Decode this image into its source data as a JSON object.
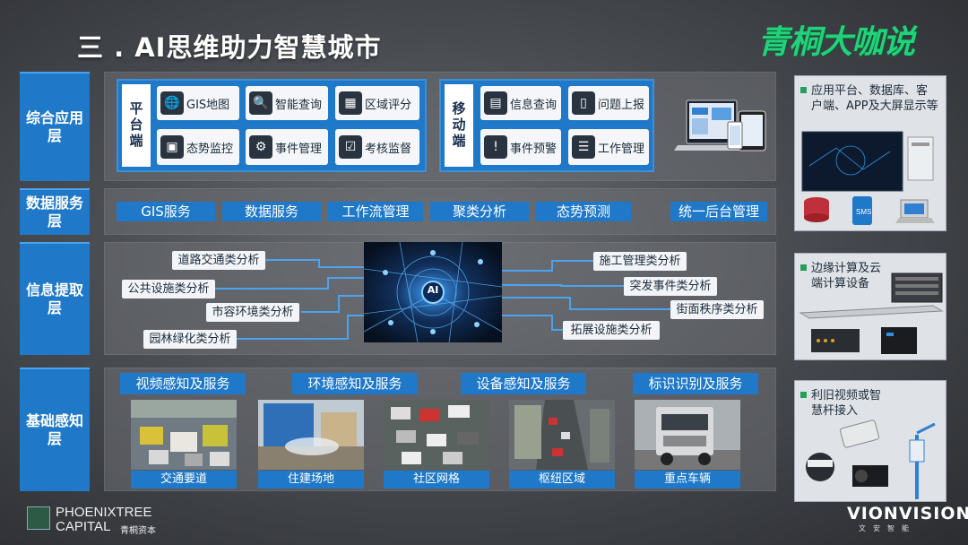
{
  "title": "三 . AI思维助力智慧城市",
  "brand": "青桐大咖说",
  "layers": {
    "app": "综合应用层",
    "data": "数据服务层",
    "info": "信息提取层",
    "base": "基础感知层"
  },
  "platform": {
    "title": "平台端",
    "tiles": [
      "GIS地图",
      "智能查询",
      "区域评分",
      "态势监控",
      "事件管理",
      "考核监督"
    ]
  },
  "mobile": {
    "title": "移动端",
    "tiles": [
      "信息查询",
      "问题上报",
      "事件预警",
      "工作管理"
    ]
  },
  "data_services": [
    "GIS服务",
    "数据服务",
    "工作流管理",
    "聚类分析",
    "态势预测",
    "统一后台管理"
  ],
  "ai_label": "AI",
  "analysis_left": [
    "道路交通类分析",
    "公共设施类分析",
    "市容环境类分析",
    "园林绿化类分析"
  ],
  "analysis_right": [
    "施工管理类分析",
    "突发事件类分析",
    "街面秩序类分析",
    "拓展设施类分析"
  ],
  "sensing": [
    "视频感知及服务",
    "环境感知及服务",
    "设备感知及服务",
    "标识识别及服务"
  ],
  "captions": [
    "交通要道",
    "住建场地",
    "社区网格",
    "枢纽区域",
    "重点车辆"
  ],
  "side": {
    "p1": "应用平台、数据库、客户端、APP及大屏显示等",
    "p2": "边缘计算及云端计算设备",
    "p3": "利旧视频或智慧杆接入",
    "sms": "SMS"
  },
  "footer": {
    "logo_line1": "PHOENIXTREE",
    "logo_line2": "CAPITAL",
    "logo_cn": "青桐资本",
    "vendor": "VIONVISION",
    "vendor_cn": "文安智能"
  },
  "colors": {
    "accent_blue": "#1f78c8",
    "brand_green": "#22d27a"
  }
}
